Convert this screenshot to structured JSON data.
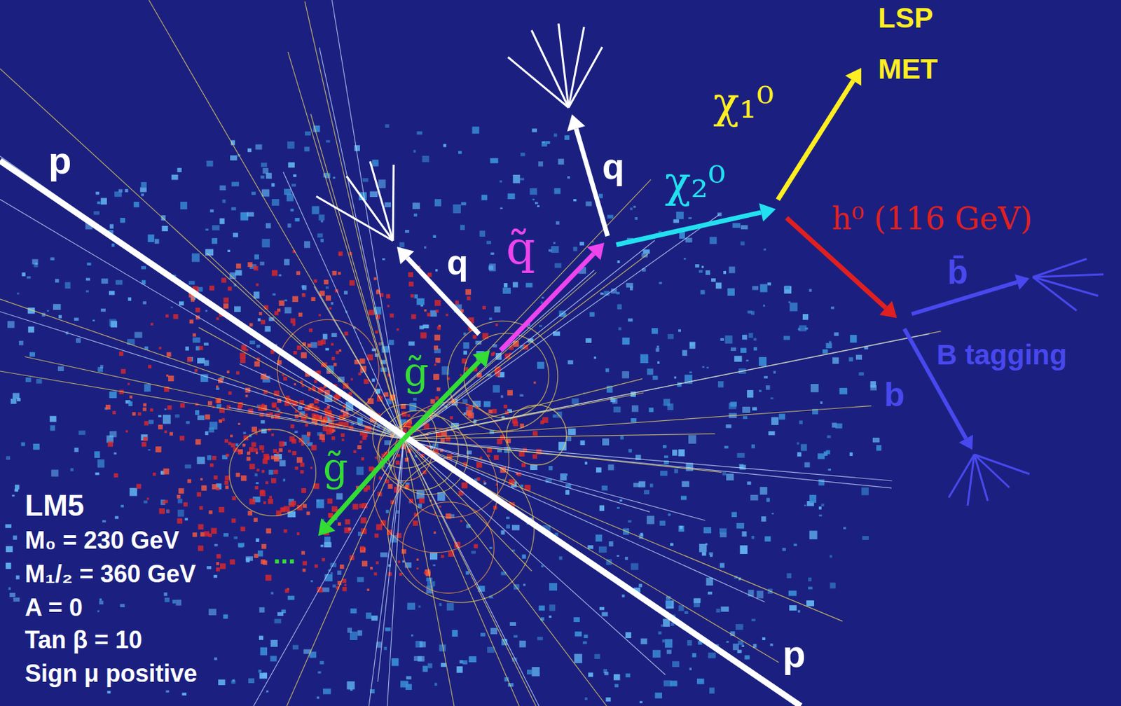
{
  "diagram": {
    "labels": [
      "LSP",
      "MET",
      "χ₁⁰",
      "χ₂⁰",
      "h⁰ (116 GeV)",
      "b̄",
      "B tagging",
      "b",
      "q",
      "q",
      "q̃",
      "g̃",
      "g̃",
      "p",
      "p",
      "...",
      "LM5",
      "M₀ = 230 GeV",
      "M₁/₂ = 360 GeV",
      "A = 0",
      "Tan β = 10",
      "Sign μ positive"
    ]
  }
}
